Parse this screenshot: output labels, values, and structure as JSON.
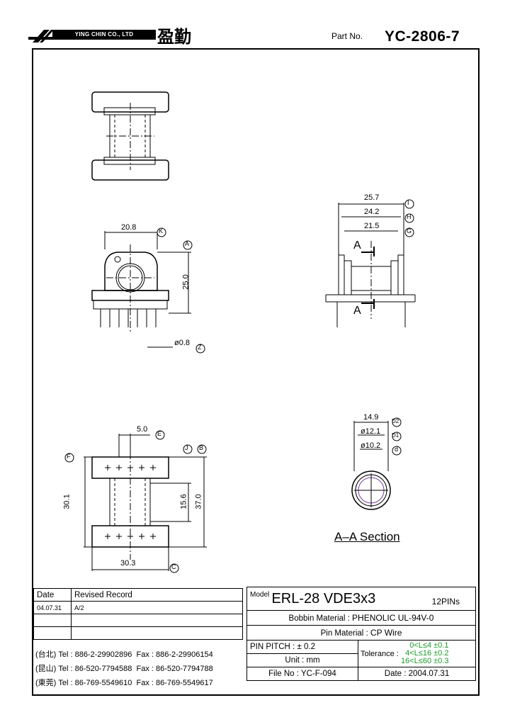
{
  "header": {
    "company_en": "YING CHIN CO., LTD",
    "company_cn": "盈勤",
    "part_label": "Part No.",
    "part_number": "YC-2806-7"
  },
  "dims": {
    "d20_8": "20.8",
    "mK": "K",
    "mA": "A",
    "d25_0": "25.0",
    "d0_8": "ø0.8",
    "mZ": "Z",
    "d25_7": "25.7",
    "mI": "I",
    "d24_2": "24.2",
    "mH": "H",
    "d21_5": "21.5",
    "mG": "G",
    "arrowA": "A",
    "d5_0": "5.0",
    "mE": "E",
    "mF": "F",
    "mJ": "J",
    "mB": "B",
    "d30_1": "30.1",
    "d15_6": "15.6",
    "d37_0": "37.0",
    "d30_3": "30.3",
    "mC": "C",
    "d14_9": "14.9",
    "mD2": "D2",
    "d12_1": "ø12.1",
    "mD1": "D1",
    "d10_2": "ø10.2",
    "md": "d"
  },
  "section_title": "A–A  Section",
  "revision": {
    "col_date": "Date",
    "col_record": "Revised  Record",
    "rows": [
      {
        "date": "04.07.31",
        "record": "A/2"
      },
      {
        "date": "",
        "record": ""
      },
      {
        "date": "",
        "record": ""
      }
    ]
  },
  "contacts": [
    {
      "city": "(台北)",
      "tel": "Tel : 886-2-29902896",
      "fax": "Fax : 886-2-29906154"
    },
    {
      "city": "(昆山)",
      "tel": "Tel : 86-520-7794588",
      "fax": "Fax : 86-520-7794788"
    },
    {
      "city": "(東莞)",
      "tel": "Tel : 86-769-5549610",
      "fax": "Fax : 86-769-5549617"
    }
  ],
  "spec": {
    "model_label": "Model",
    "model": "ERL-28  VDE3x3",
    "pins": "12PINs",
    "bobbin_label": "Bobbin  Material :",
    "bobbin_value": "PHENOLIC UL-94V-0",
    "pin_mat_label": "Pin  Material :",
    "pin_mat_value": "CP Wire",
    "pitch_label": "PIN  PITCH :",
    "pitch_value": "± 0.2",
    "unit_label": "Unit :",
    "unit_value": "mm",
    "file_label": "File  No :",
    "file_value": "YC-F-094",
    "date_label": "Date :",
    "date_value": "2004.07.31",
    "tol_label": "Tolerance :",
    "tol_1": "0<L≤4   ±0.1",
    "tol_2": "4<L≤16 ±0.2",
    "tol_3": "16<L≤60 ±0.3"
  },
  "colors": {
    "accent_green": "#1a9a2a"
  }
}
